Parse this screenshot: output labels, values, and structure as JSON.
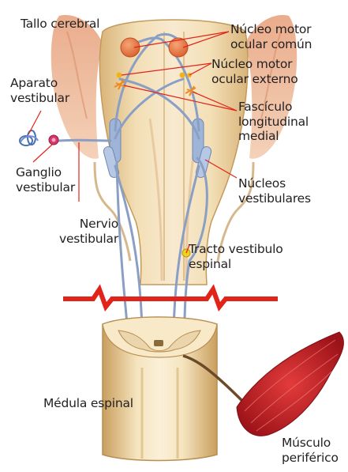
{
  "labels": {
    "tallo_cerebral": "Tallo cerebral",
    "nucleo_motor_ocular_comun": [
      "Núcleo motor",
      "ocular común"
    ],
    "nucleo_motor_ocular_externo": [
      "Núcleo motor",
      "ocular externo"
    ],
    "aparato_vestibular": [
      "Aparato",
      "vestibular"
    ],
    "fasciculo_longitudinal_medial": [
      "Fascículo",
      "longitudinal",
      "medial"
    ],
    "ganglio_vestibular": [
      "Ganglio",
      "vestibular"
    ],
    "nucleos_vestibulares": [
      "Núcleos",
      "vestibulares"
    ],
    "nervio_vestibular": [
      "Nervio",
      "vestibular"
    ],
    "tracto_vestibulo_espinal": [
      "Tracto vestibulo",
      "espinal"
    ],
    "medula_espinal": "Médula espinal",
    "musculo_periferico": [
      "Músculo",
      "periférico"
    ]
  },
  "colors": {
    "leader_line": "#e2231a",
    "break_symbol": "#e2231a",
    "nerve": "#8a9fc4",
    "nucleus_motor_comun": "#e8794a",
    "nucleus_motor_externo": "#f2b21c",
    "brainstem": "#e9cfa0",
    "muscle": "#c0202a"
  }
}
